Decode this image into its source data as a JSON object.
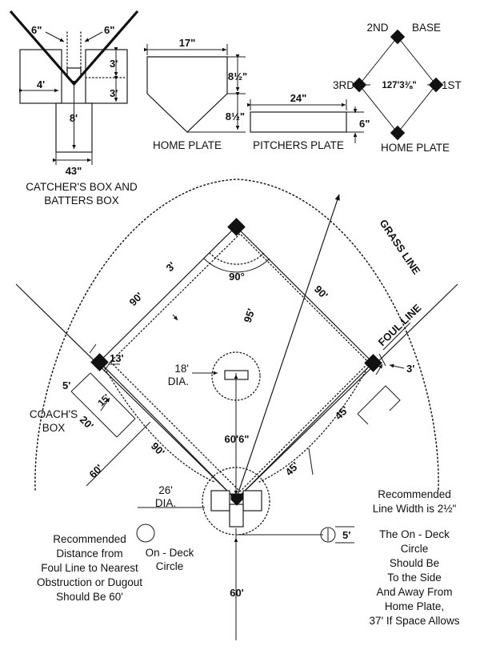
{
  "title": "Baseball Field Dimensions Diagram",
  "catchers_box": {
    "caption_line1": "CATCHER'S BOX AND",
    "caption_line2": "BATTERS BOX",
    "dim_left_6in": "6\"",
    "dim_right_6in": "6\"",
    "dim_width_4ft": "4'",
    "dim_3ft_upper": "3'",
    "dim_3ft_lower": "3'",
    "dim_8ft": "8'",
    "dim_43in": "43\""
  },
  "home_plate": {
    "caption": "HOME PLATE",
    "dim_width_17in": "17\"",
    "dim_side_top": "8½\"",
    "dim_side_bottom": "8½\""
  },
  "pitchers_plate": {
    "caption": "PITCHERS PLATE",
    "dim_length_24in": "24\"",
    "dim_depth_6in": "6\""
  },
  "base_diamond": {
    "label_2nd": "2ND",
    "label_base": "BASE",
    "label_3rd": "3RD",
    "label_1st": "1ST",
    "label_home": "HOME PLATE",
    "diagonal": "127'3⅜\""
  },
  "field": {
    "grass_line_label": "GRASS LINE",
    "foul_line_label": "FOUL LINE",
    "angle_at_second": "90°",
    "baseline_left_90": "90'",
    "baseline_right_90": "90'",
    "baseline_lower_left_90": "90'",
    "base_path_3ft": "3'",
    "outfield_95": "95'",
    "third_base_13ft": "13'",
    "first_base_3ft": "3'",
    "mound_diameter": "18'",
    "mound_diameter_unit": "DIA.",
    "pitch_distance": "60'6\"",
    "home_circle_diameter": "26'",
    "home_circle_unit": "DIA.",
    "foul_territory_right_45a": "45'",
    "foul_territory_right_45b": "45'",
    "backstop_60": "60'",
    "left_60": "60'",
    "coach_box_label_line1": "COACH'S",
    "coach_box_label_line2": "BOX",
    "coach_box_5ft": "5'",
    "coach_box_20ft": "20'",
    "coach_box_15ft": "15'",
    "on_deck_label_line1": "On - Deck",
    "on_deck_label_line2": "Circle",
    "on_deck_diameter": "5'"
  },
  "notes": {
    "left_note": [
      "Recommended",
      "Distance from",
      "Foul Line to Nearest",
      "Obstruction or Dugout",
      "Should Be 60'"
    ],
    "right_note_top": [
      "Recommended",
      "Line Width is 2½\""
    ],
    "right_note_bottom": [
      "The On - Deck",
      "Circle",
      "Should Be",
      "To the Side",
      "And Away From",
      "Home Plate,",
      "37' If Space Allows"
    ]
  },
  "colors": {
    "ink": "#111111",
    "background": "#ffffff"
  }
}
